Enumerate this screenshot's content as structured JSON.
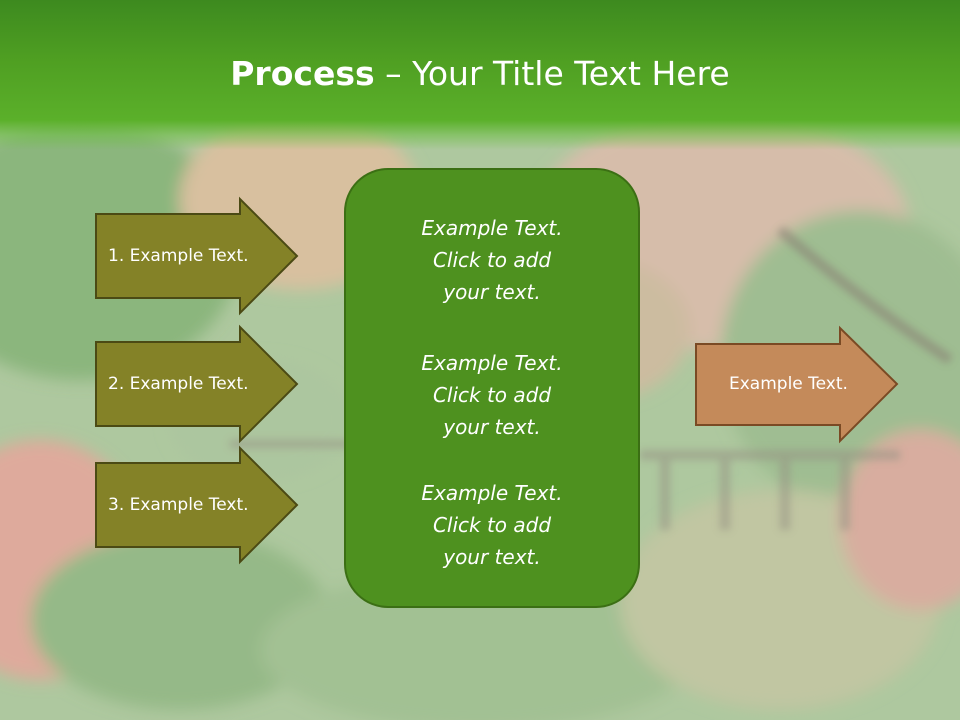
{
  "title": {
    "bold": "Process",
    "rest": " – Your Title Text Here"
  },
  "arrows": [
    {
      "label": "1. Example Text."
    },
    {
      "label": "2. Example Text."
    },
    {
      "label": "3. Example Text."
    }
  ],
  "panel": {
    "blocks": [
      {
        "line1": "Example Text.",
        "line2": "Click  to add",
        "line3": "your text."
      },
      {
        "line1": "Example Text.",
        "line2": "Click  to add",
        "line3": "your text."
      },
      {
        "line1": "Example Text.",
        "line2": "Click  to add",
        "line3": "your text."
      }
    ]
  },
  "output_arrow": {
    "label": "Example Text."
  },
  "colors": {
    "header_green": "#4f9f22",
    "arrow_olive": "#848227",
    "panel_green": "#4e911f",
    "output_arrow": "#c48a5a"
  }
}
